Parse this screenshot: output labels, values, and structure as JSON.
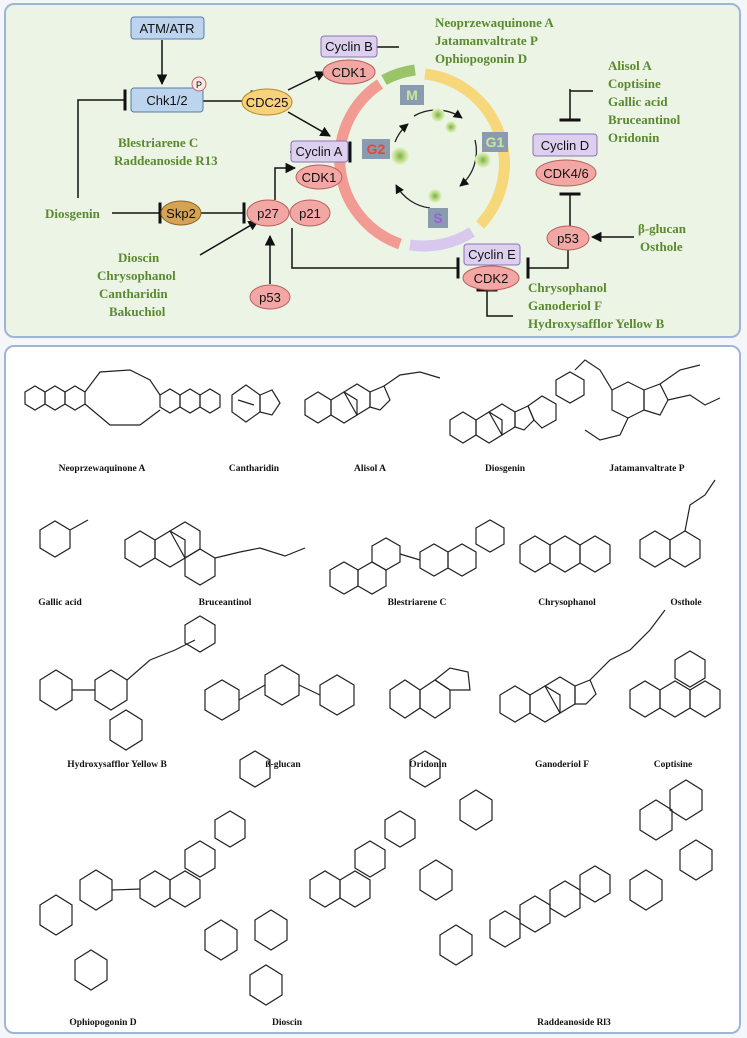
{
  "pathway": {
    "nodes": {
      "atm_atr": "ATM/ATR",
      "chk": "Chk1/2",
      "phospho": "P",
      "cdc25": "CDC25",
      "cyclin_b": "Cyclin B",
      "cdk1_b": "CDK1",
      "cyclin_a": "Cyclin A",
      "cdk1_a": "CDK1",
      "skp2": "Skp2",
      "p27": "p27",
      "p21": "p21",
      "p53_left": "p53",
      "cyclin_e": "Cyclin E",
      "cdk2": "CDK2",
      "cyclin_d": "Cyclin D",
      "cdk46": "CDK4/6",
      "p53_right": "p53"
    },
    "phases": {
      "m": "M",
      "g1": "G1",
      "s": "S",
      "g2": "G2"
    },
    "drugs": {
      "cyclin_b_group": [
        "Neoprzewaquinone A",
        "Jatamanvaltrate P",
        "Ophiopogonin D"
      ],
      "cyclin_d_group": [
        "Alisol A",
        "Coptisine",
        "Gallic acid",
        "Bruceantinol",
        "Oridonin"
      ],
      "cyclin_a_group": [
        "Blestriarene C",
        "Raddeanoside R13"
      ],
      "diosgenin": "Diosgenin",
      "p27_group": [
        "Dioscin",
        "Chrysophanol",
        "Cantharidin",
        "Bakuchiol"
      ],
      "p53_group": [
        "β-glucan",
        "Osthole"
      ],
      "cdk2_group": [
        "Chrysophanol",
        "Ganoderiol F",
        "Hydroxysafflor Yellow B"
      ]
    }
  },
  "compounds": {
    "row1": [
      "Neoprzewaquinone A",
      "Cantharidin",
      "Alisol A",
      "Diosgenin",
      "Jatamanvaltrate P"
    ],
    "row2": [
      "Gallic acid",
      "Bruceantinol",
      "Blestriarene C",
      "Chrysophanol",
      "Osthole"
    ],
    "row3": [
      "Hydroxysafflor Yellow B",
      "ß-glucan",
      "Oridonin",
      "Ganoderiol F",
      "Coptisine"
    ],
    "row4": [
      "Ophiopogonin D",
      "Dioscin",
      "Raddeanoside Rl3"
    ]
  },
  "colors": {
    "blue_box": "#bcd4ee",
    "purple_box": "#dcd0ee",
    "pink_node": "#f3a7a4",
    "yellow_node": "#f8d27a",
    "brown_node": "#d6a355",
    "drug_text": "#5a8a2e",
    "panel_border": "#9fb5d6"
  }
}
